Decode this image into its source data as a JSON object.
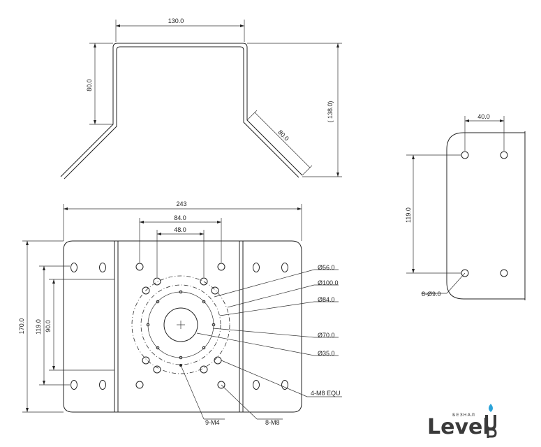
{
  "top_view": {
    "width_label": "130.0",
    "height_label": "80.0",
    "slant_label": "80.0",
    "total_height_label": "( 138.0)"
  },
  "plate": {
    "width_label": "243",
    "dim_84_label": "84.0",
    "dim_48_label": "48.0",
    "height_label": "170.0",
    "inner_119_label": "119.0",
    "inner_90_label": "90.0",
    "callouts": {
      "d56": "Ø56.0",
      "d100": "Ø100.0",
      "d84": "Ø84.0",
      "d70": "Ø70.0",
      "d35": "Ø35.0",
      "m8_equ": "4-M8 EQU",
      "m4": "9-M4",
      "m8": "8-M8"
    }
  },
  "side_view": {
    "width_label": "40.0",
    "height_label": "119.0",
    "hole_label": "8-Ø9.0"
  },
  "logo": {
    "word": "Level",
    "superscript": "БЕЗНАЛ",
    "tail": "UP"
  }
}
